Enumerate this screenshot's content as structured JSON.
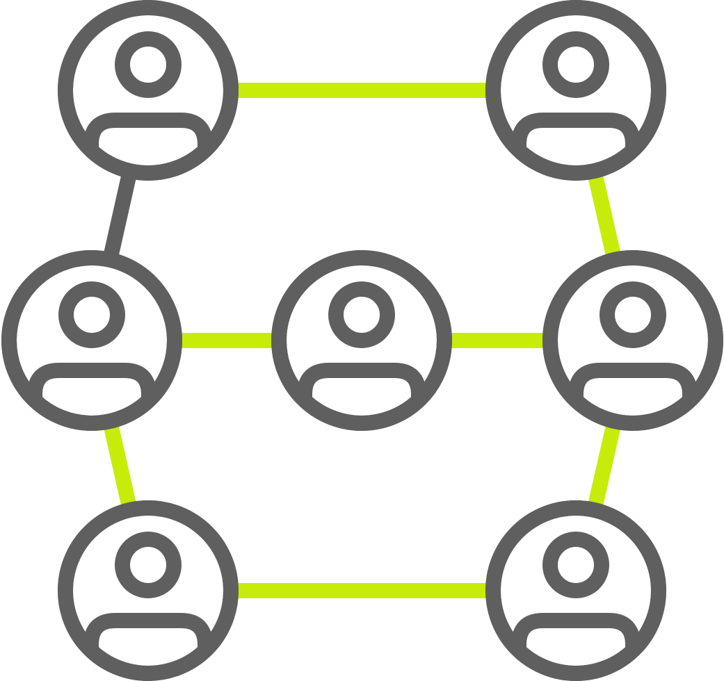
{
  "icon": {
    "name": "social-network-icon",
    "colors": {
      "node": "#5f5f5f",
      "link_primary": "#c8ec09",
      "link_secondary": "#5f5f5f",
      "background": "#ffffff"
    }
  },
  "nodes": [
    {
      "id": "top-left",
      "icon": "user-icon"
    },
    {
      "id": "top-right",
      "icon": "user-icon"
    },
    {
      "id": "middle-left",
      "icon": "user-icon"
    },
    {
      "id": "center",
      "icon": "user-icon"
    },
    {
      "id": "middle-right",
      "icon": "user-icon"
    },
    {
      "id": "bottom-left",
      "icon": "user-icon"
    },
    {
      "id": "bottom-right",
      "icon": "user-icon"
    }
  ],
  "links": [
    {
      "from": "top-left",
      "to": "top-right",
      "color": "link_primary"
    },
    {
      "from": "top-left",
      "to": "middle-left",
      "color": "link_secondary"
    },
    {
      "from": "top-right",
      "to": "middle-right",
      "color": "link_primary"
    },
    {
      "from": "middle-left",
      "to": "center",
      "color": "link_primary"
    },
    {
      "from": "center",
      "to": "middle-right",
      "color": "link_primary"
    },
    {
      "from": "middle-left",
      "to": "bottom-left",
      "color": "link_primary"
    },
    {
      "from": "middle-right",
      "to": "bottom-right",
      "color": "link_primary"
    },
    {
      "from": "bottom-left",
      "to": "bottom-right",
      "color": "link_primary"
    }
  ]
}
